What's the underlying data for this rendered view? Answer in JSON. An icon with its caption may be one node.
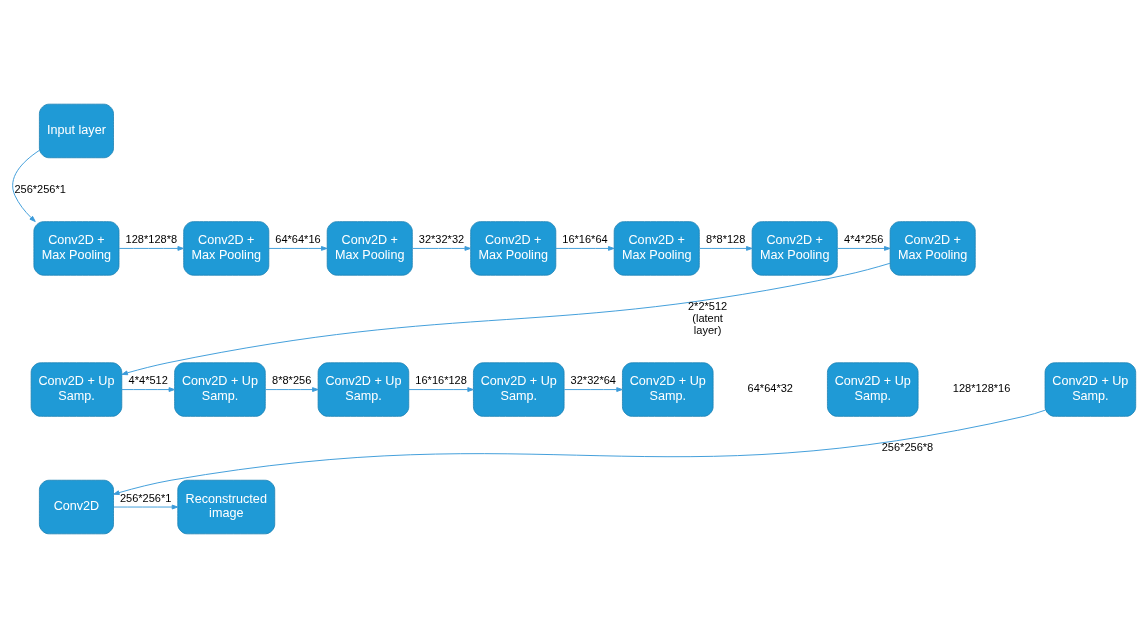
{
  "diagram": {
    "nodes": [
      {
        "text": [
          "Input layer"
        ]
      },
      {
        "text": [
          "Conv2D + Max Pooling"
        ]
      },
      {
        "text": [
          "Conv2D + Max Pooling"
        ]
      },
      {
        "text": [
          "Conv2D + Max Pooling"
        ]
      },
      {
        "text": [
          "Conv2D + Max Pooling"
        ]
      },
      {
        "text": [
          "Conv2D + Max Pooling"
        ]
      },
      {
        "text": [
          "Conv2D + Max Pooling"
        ]
      },
      {
        "text": [
          "Conv2D + Max Pooling"
        ]
      },
      {
        "text": [
          "Conv2D + Up Samp."
        ]
      },
      {
        "text": [
          "Conv2D + Up Samp."
        ]
      },
      {
        "text": [
          "Conv2D + Up Samp."
        ]
      },
      {
        "text": [
          "Conv2D + Up Samp."
        ]
      },
      {
        "text": [
          "Conv2D + Up Samp."
        ]
      },
      {
        "text": [
          "Conv2D + Up Samp."
        ]
      },
      {
        "text": [
          "Conv2D + Up Samp."
        ]
      },
      {
        "text": [
          "Conv2D"
        ]
      },
      {
        "text": [
          "Reconstructed image"
        ]
      }
    ],
    "edges": [
      {
        "from": 0,
        "to": 1,
        "arrow": "to",
        "label": "256*256*1"
      },
      {
        "from": 1,
        "to": 2,
        "arrow": "to",
        "label": "128*128*8"
      },
      {
        "from": 2,
        "to": 3,
        "arrow": "to",
        "label": "64*64*16"
      },
      {
        "from": 3,
        "to": 4,
        "arrow": "to",
        "label": "32*32*32"
      },
      {
        "from": 4,
        "to": 5,
        "arrow": "to",
        "label": "16*16*64"
      },
      {
        "from": 5,
        "to": 6,
        "arrow": "to",
        "label": "8*8*128"
      },
      {
        "from": 6,
        "to": 7,
        "arrow": "to",
        "label": "4*4*256"
      },
      {
        "from": 7,
        "to": 8,
        "arrow": "to",
        "label": "2*2*512 (latent layer)"
      },
      {
        "from": 8,
        "to": 9,
        "arrow": "to",
        "label": "4*4*512"
      },
      {
        "from": 9,
        "to": 10,
        "arrow": "to",
        "label": "8*8*256"
      },
      {
        "from": 10,
        "to": 11,
        "arrow": "to",
        "label": "16*16*128"
      },
      {
        "from": 11,
        "to": 12,
        "arrow": "to",
        "label": "32*32*64"
      },
      {
        "from": 14,
        "to": 15,
        "arrow": "to",
        "label": "256*256*8"
      },
      {
        "from": 15,
        "to": 16,
        "arrow": "to",
        "label": "256*256*1"
      }
    ],
    "labels": [
      "64*64*32",
      "128*128*16"
    ]
  }
}
